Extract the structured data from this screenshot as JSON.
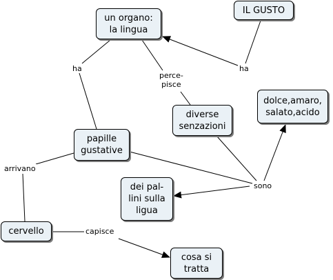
{
  "concepts": {
    "il_gusto": "IL GUSTO",
    "organo": "un organo:\nla lingua",
    "papille": "papille\ngustative",
    "senzazioni": "diverse\nsenzazioni",
    "sapori": "dolce,amaro,\nsalato,acido",
    "pallini": "dei pal-\nlini sulla\nligua",
    "cervello": "cervello",
    "cosa": "cosa si\ntratta"
  },
  "links": {
    "ha_gusto": "ha",
    "ha_organo": "ha",
    "percepisce": "perce-\npisce",
    "arrivano": "arrivano",
    "sono": "sono",
    "capisce": "capisce"
  },
  "colors": {
    "node_fill": "#eaf1f6",
    "line": "#000000"
  }
}
